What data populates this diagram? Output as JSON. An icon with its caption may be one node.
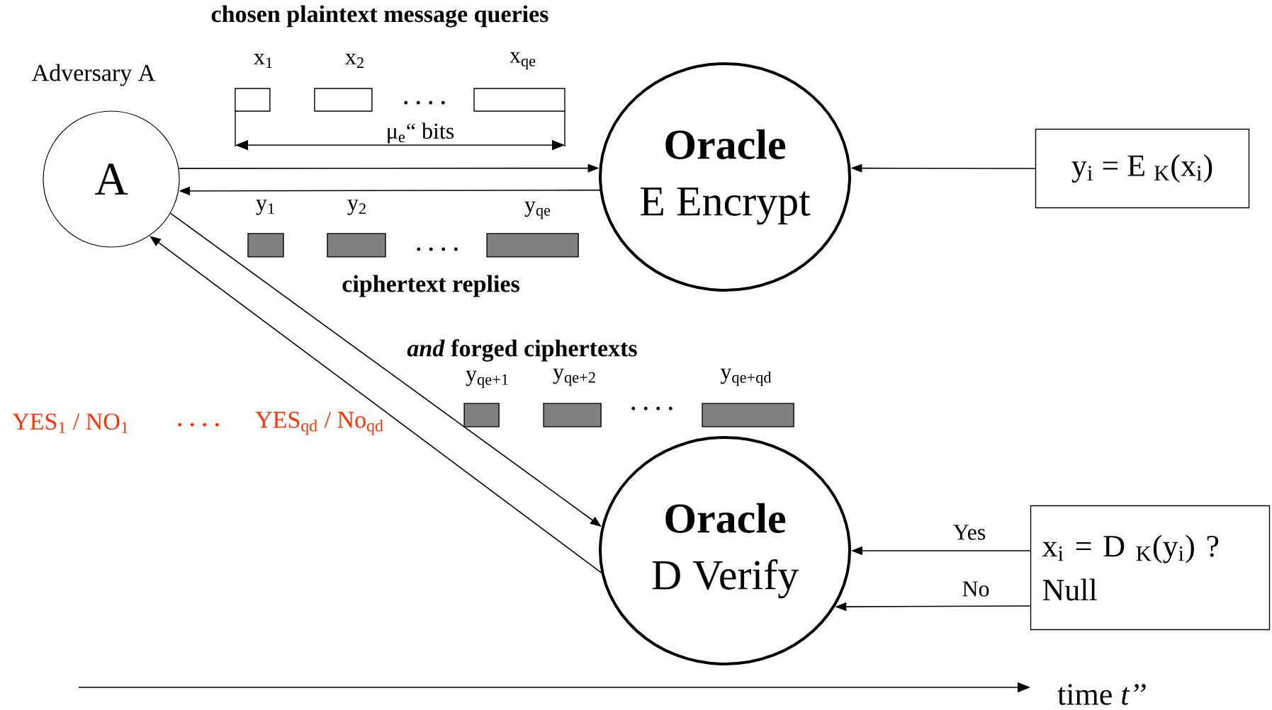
{
  "diagram": {
    "nodes": [
      {
        "text": [
          "A"
        ],
        "beside": [
          "Adversary A"
        ]
      },
      {
        "text": [
          "Oracle",
          "E Encrypt"
        ]
      },
      {
        "text": [
          "y$_{i}$ = E $_{K}$(x$_{i}$)"
        ]
      },
      {
        "text": [
          "Oracle",
          "D Verify"
        ]
      },
      {
        "text": [
          "x$_{i}$ = D $_{K}$(y$_{i}$) ?",
          "Null"
        ]
      },
      {
        "text": [],
        "shape": "box",
        "beside": [
          "x$_{1}$"
        ]
      },
      {
        "text": [],
        "shape": "box",
        "beside": [
          "x$_{2}$"
        ]
      },
      {
        "text": [],
        "shape": "box",
        "beside": [
          "x$_{qe}$"
        ]
      },
      {
        "text": [],
        "shape": "box",
        "beside": [
          "y$_{1}$"
        ]
      },
      {
        "text": [],
        "shape": "box",
        "beside": [
          "y$_{2}$"
        ]
      },
      {
        "text": [],
        "shape": "box",
        "beside": [
          "y$_{qe}$"
        ]
      },
      {
        "text": [],
        "shape": "box",
        "beside": [
          "y$_{qe+1}$"
        ]
      },
      {
        "text": [],
        "shape": "box",
        "beside": [
          "y$_{qe+2}$"
        ]
      },
      {
        "text": [],
        "shape": "box",
        "beside": [
          "y$_{qe+qd}$"
        ]
      }
    ],
    "edges": [
      {
        "from": 0,
        "to": 1,
        "arrow": "to"
      },
      {
        "from": 1,
        "to": 0,
        "arrow": "to"
      },
      {
        "from": 0,
        "to": 3,
        "arrow": "to"
      },
      {
        "from": 3,
        "to": 0,
        "arrow": "to"
      },
      {
        "from": 2,
        "to": 1,
        "arrow": "to"
      },
      {
        "from": 4,
        "to": 3,
        "arrow": "to",
        "label": "Yes"
      },
      {
        "from": 4,
        "to": 3,
        "arrow": "to",
        "label": "No"
      }
    ],
    "labels": [
      "chosen plaintext message queries",
      ". . . .",
      "μ$_{e}$“ bits",
      ". . . .",
      "ciphertext replies",
      "*and* forged ciphertexts",
      ". . . .",
      "YES$_{1}$ / NO$_{1}$",
      ". . . .",
      "YES$_{qd}$ / No$_{qd}$",
      "time *t’’*"
    ]
  }
}
